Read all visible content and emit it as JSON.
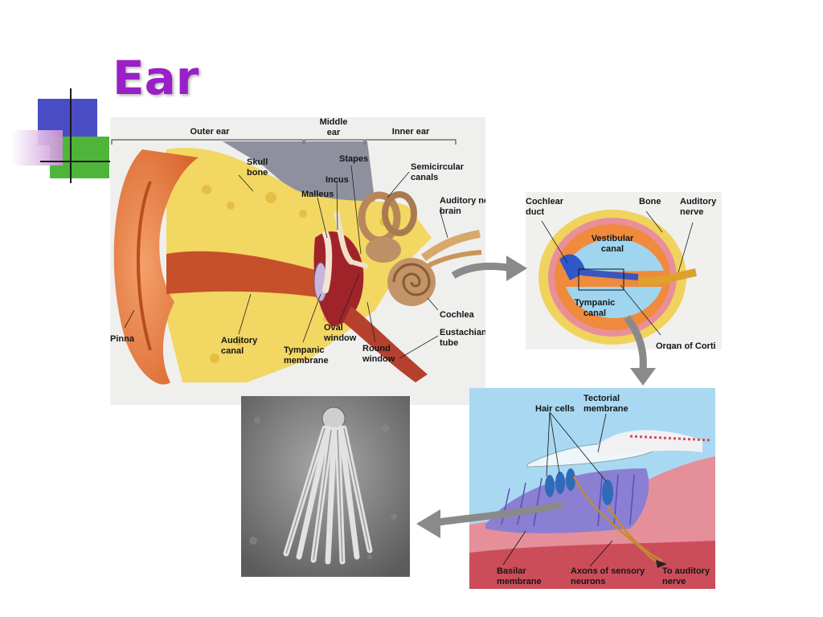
{
  "slide": {
    "title": "Ear"
  },
  "ear": {
    "outer_ear": "Outer ear",
    "middle_ear": "Middle ear",
    "inner_ear": "Inner ear",
    "skull_bone": "Skull bone",
    "stapes": "Stapes",
    "incus": "Incus",
    "malleus": "Malleus",
    "semicircular_canals": "Semicircular canals",
    "auditory_nerve_to_brain": "Auditory nerve to brain",
    "pinna": "Pinna",
    "auditory_canal": "Auditory canal",
    "tympanic_membrane": "Tympanic membrane",
    "oval_window": "Oval window",
    "round_window": "Round window",
    "cochlea": "Cochlea",
    "eustachian_tube": "Eustachian tube"
  },
  "cochlea_section": {
    "cochlear_duct": "Cochlear duct",
    "bone": "Bone",
    "auditory_nerve": "Auditory nerve",
    "vestibular_canal": "Vestibular canal",
    "tympanic_canal": "Tympanic canal",
    "organ_of_corti": "Organ of Corti"
  },
  "organ_of_corti": {
    "hair_cells": "Hair cells",
    "tectorial_membrane": "Tectorial membrane",
    "basilar_membrane": "Basilar membrane",
    "axons_of_sensory_neurons": "Axons of sensory neurons",
    "to_auditory_nerve": "To auditory nerve"
  },
  "colors": {
    "title": "#9a1fc6",
    "flow_arrow": "#8a8a8a",
    "corti_background": "#a9d9f2"
  }
}
